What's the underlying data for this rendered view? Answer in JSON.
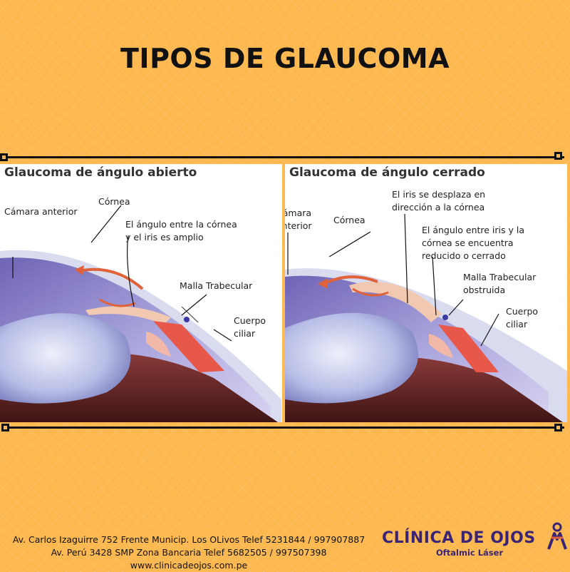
{
  "title": "TIPOS DE GLAUCOMA",
  "open_angle": {
    "title": "Glaucoma de ángulo abierto",
    "labels": {
      "camara": "Cámara anterior",
      "cornea": "Córnea",
      "angulo_1": "El ángulo entre la córnea",
      "angulo_2": "y el iris es amplio",
      "malla": "Malla Trabecular",
      "cuerpo_1": "Cuerpo",
      "cuerpo_2": "ciliar"
    }
  },
  "closed_angle": {
    "title": "Glaucoma de ángulo cerrado",
    "labels": {
      "iris_1": "El iris se desplaza en",
      "iris_2": "dirección a la córnea",
      "camara_1": "Cámara",
      "camara_2": "anterior",
      "cornea": "Córnea",
      "angulo_1": "El ángulo entre iris y la",
      "angulo_2": "córnea se encuentra",
      "angulo_3": "reducido o cerrado",
      "malla_1": "Malla Trabecular",
      "malla_2": "obstruida",
      "cuerpo_1": "Cuerpo",
      "cuerpo_2": "ciliar"
    }
  },
  "footer": {
    "address_1": "Av. Carlos Izaguirre 752 Frente Municip. Los OLivos Telef 5231844 / 997907887",
    "address_2": "Av. Perú 3428 SMP Zona Bancaria Telef 5682505 / 997507398",
    "website": "www.clinicadeojos.com.pe",
    "brand": "CLÍNICA DE OJOS",
    "brand_sub": "Oftalmic Láser"
  },
  "colors": {
    "background": "#fdb84f",
    "brand": "#3b2475",
    "arrow": "#e0623a",
    "ciliary": "#e8584a"
  }
}
